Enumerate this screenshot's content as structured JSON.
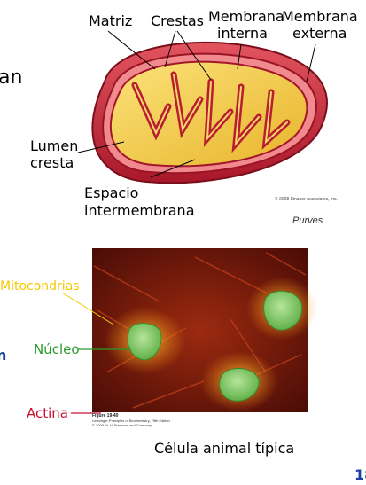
{
  "top_diagram": {
    "labels": {
      "matriz": "Matriz",
      "crestas": "Crestas",
      "membrana_interna_1": "Membrana",
      "membrana_interna_2": "interna",
      "membrana_externa_1": "Membrana",
      "membrana_externa_2": "externa",
      "lumen_1": "Lumen",
      "lumen_2": "cresta",
      "espacio_1": "Espacio",
      "espacio_2": "intermembrana"
    },
    "copyright": "© 2008 Sinauer Associates, Inc.",
    "credit": "Purves",
    "left_edge_text": "an"
  },
  "micrograph": {
    "labels": {
      "mitocondrias": "Mitocondrias",
      "nucleo": "Núcleo",
      "actina": "Actina"
    },
    "label_colors": {
      "mitocondrias": "#f5c800",
      "nucleo": "#2a9a2a",
      "actina": "#c8102e"
    },
    "figure_caption": {
      "line1": "Figure 19-40",
      "line2": "Lehninger Principles of Biochemistry, Fifth Edition",
      "line3": "© 2008 W. H. Freeman and Company"
    },
    "caption": "Célula animal típica"
  },
  "slide": {
    "page_number": "18",
    "left_edge_mark": "n"
  },
  "colors": {
    "outer_membrane": "#c8283a",
    "inner_membrane": "#b81d30",
    "matrix": "#f3cf3a",
    "background": "#ffffff"
  }
}
